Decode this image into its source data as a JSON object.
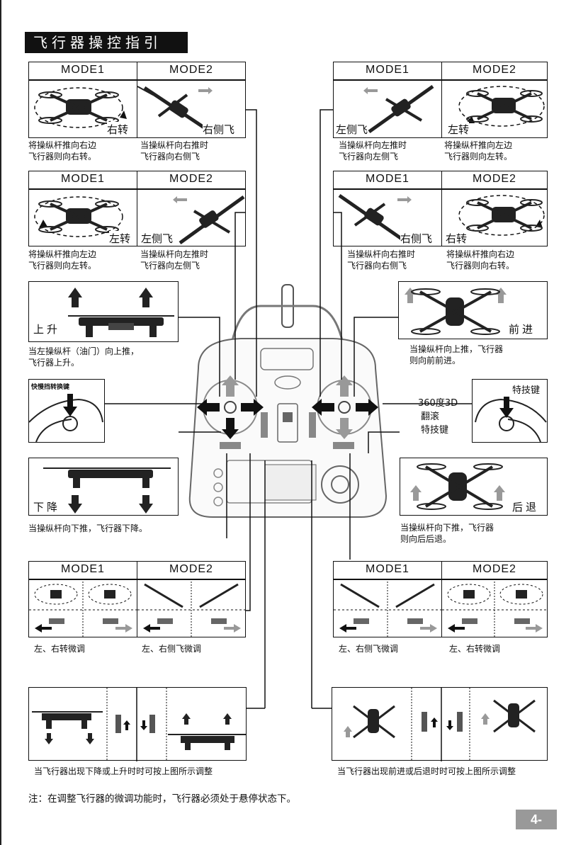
{
  "title": "飞行器操控指引",
  "mode1": "MODE1",
  "mode2": "MODE2",
  "labels": {
    "right_turn": "右转",
    "right_side_fly": "右侧飞",
    "left_side_fly": "左侧飞",
    "left_turn": "左转",
    "ascend": "上升",
    "descend": "下降",
    "forward": "前进",
    "backward": "后退",
    "speed_switch": "快慢挡转换键",
    "stunt_key": "特技键",
    "flip_line1": "360度3D",
    "flip_line2": "翻滚",
    "flip_line3": "特技键"
  },
  "captions": {
    "tl1_m1": "将操纵杆推向右边\n飞行器则向右转。",
    "tl1_m2": "当操纵杆向右推时\n飞行器向右侧飞",
    "tl2_m1": "将操纵杆推向左边\n飞行器则向左转。",
    "tl2_m2": "当操纵杆向左推时\n飞行器向左侧飞",
    "tr1_m1": "当操纵杆向左推时\n飞行器向左侧飞",
    "tr1_m2": "将操纵杆推向左边\n飞行器则向左转。",
    "tr2_m1": "当操纵杆向右推时\n飞行器向右侧飞",
    "tr2_m2": "将操纵杆推向右边\n飞行器则向右转。",
    "ascend": "当左操纵杆（油门）向上推，\n飞行器上升。",
    "forward": "当操纵杆向上推，飞行器\n则向前前进。",
    "descend": "当操纵杆向下推，飞行器下降。",
    "backward": "当操纵杆向下推，飞行器\n则向后后退。",
    "trim_l_m1": "左、右转微调",
    "trim_l_m2": "左、右侧飞微调",
    "trim_r_m1": "左、右侧飞微调",
    "trim_r_m2": "左、右转微调",
    "trim_vert": "当飞行器出现下降或上升时时可按上图所示调整",
    "trim_fwd": "当飞行器出现前进或后退时时可按上图所示调整"
  },
  "note": "注：在调整飞行器的微调功能时，飞行器必须处于悬停状态下。",
  "page_number": "4-"
}
